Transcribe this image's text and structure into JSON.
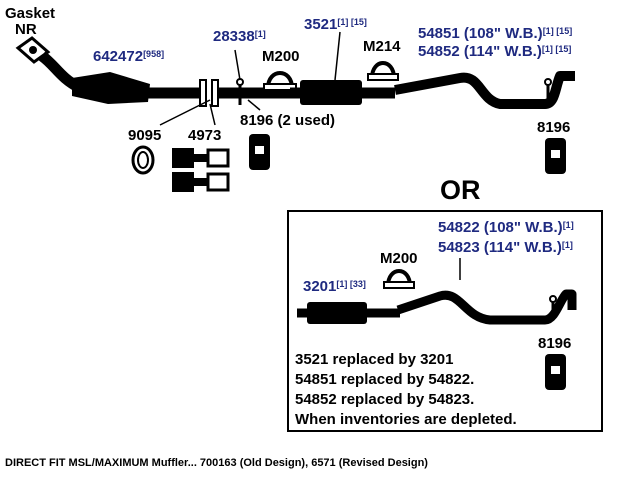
{
  "labels": {
    "gasket": "Gasket",
    "gasket_nr": "NR",
    "converter_part": "642472",
    "converter_ref": "[958]",
    "pipe_part": "28338",
    "pipe_ref": "[1]",
    "muffler_part": "3521",
    "muffler_ref": "[1] [15]",
    "clamp_m200": "M200",
    "clamp_m214": "M214",
    "tailpipe_a_part": "54851 (108\" W.B.)",
    "tailpipe_a_ref": "[1] [15]",
    "tailpipe_b_part": "54852 (114\" W.B.)",
    "tailpipe_b_ref": "[1] [15]",
    "ring_part": "9095",
    "spring_part": "4973",
    "hanger_used": "8196 (2 used)",
    "hanger_rear": "8196",
    "or": "OR",
    "alt_tailpipe_a": "54822 (108\" W.B.)",
    "alt_tailpipe_a_ref": "[1]",
    "alt_tailpipe_b": "54823 (114\" W.B.)",
    "alt_tailpipe_b_ref": "[1]",
    "alt_clamp": "M200",
    "alt_muffler": "3201",
    "alt_muffler_ref": "[1] [33]",
    "alt_hanger": "8196"
  },
  "notes": [
    "3521 replaced by 3201",
    "54851 replaced by 54822.",
    "54852 replaced by 54823.",
    "When inventories are depleted."
  ],
  "footer": "DIRECT FIT MSL/MAXIMUM Muffler... 700163 (Old Design), 6571 (Revised Design)"
}
